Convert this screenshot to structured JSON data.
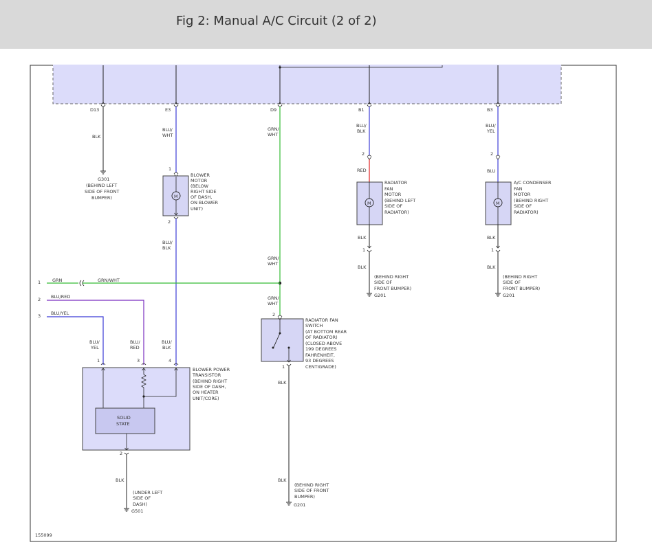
{
  "header": {
    "title": "Fig 2: Manual A/C Circuit (2 of 2)"
  },
  "colors": {
    "wire_black": "#222222",
    "wire_blue": "#3b3bd6",
    "wire_purple": "#7a2fc0",
    "wire_green": "#33bb33",
    "wire_red": "#e02020",
    "component_fill": "#d6d6f5",
    "module_fill": "#dcdcfa"
  },
  "figure_id": "155099",
  "icons": {
    "motor": "motor-symbol-icon",
    "ground": "ground-symbol-icon",
    "connector": "connector-symbol-icon",
    "switch": "switch-symbol-icon",
    "resistor": "resistor-symbol-icon"
  },
  "module_pins": [
    {
      "id": "D13",
      "wire": "BLK",
      "ground_id": "G301",
      "ground_note": [
        "(BEHIND LEFT",
        "SIDE OF FRONT",
        "BUMPER)"
      ]
    },
    {
      "id": "E3",
      "wire": [
        "BLU/",
        "WHT"
      ]
    },
    {
      "id": "D9",
      "wire": [
        "GRN/",
        "WHT"
      ]
    },
    {
      "id": "B1",
      "wire": [
        "BLU/",
        "BLK"
      ]
    },
    {
      "id": "B3",
      "wire": [
        "BLU/",
        "YEL"
      ]
    }
  ],
  "blower_motor": {
    "label": [
      "BLOWER",
      "MOTOR",
      "(BELOW",
      "RIGHT SIDE",
      "OF DASH,",
      "ON BLOWER",
      "UNIT)"
    ],
    "pin_top": "1",
    "pin_bottom": "2",
    "out_wire": [
      "BLU/",
      "BLK"
    ],
    "symbol": "M"
  },
  "radiator_fan_motor": {
    "label": [
      "RADIATOR",
      "FAN",
      "MOTOR",
      "(BEHIND LEFT",
      "SIDE OF",
      "RADIATOR)"
    ],
    "pin_top": "2",
    "pin_bottom": "1",
    "in_wire": "RED",
    "out_wire": "BLK",
    "out_wire_2": "BLK",
    "ground_note": [
      "(BEHIND RIGHT",
      "SIDE OF",
      "FRONT BUMPER)"
    ],
    "ground_id": "G201",
    "symbol": "M"
  },
  "ac_condenser_fan_motor": {
    "label": [
      "A/C CONDENSER",
      "FAN",
      "MOTOR",
      "(BEHIND RIGHT",
      "SIDE OF",
      "RADIATOR)"
    ],
    "pin_top": "2",
    "pin_bottom": "1",
    "in_wire": "BLU",
    "out_wire": "BLK",
    "out_wire_2": "BLK",
    "ground_note": [
      "(BEHIND RIGHT",
      "SIDE OF",
      "FRONT BUMPER)"
    ],
    "ground_id": "G201",
    "symbol": "M"
  },
  "left_inputs": [
    {
      "pin": "1",
      "wire": "GRN",
      "wire2": "GRN/WHT"
    },
    {
      "pin": "2",
      "wire": "BLU/RED"
    },
    {
      "pin": "3",
      "wire": "BLU/YEL"
    }
  ],
  "d9_wire_lower_1": [
    "GRN/",
    "WHT"
  ],
  "d9_wire_lower_2": [
    "GRN/",
    "WHT"
  ],
  "blower_power_transistor": {
    "label": [
      "BLOWER POWER",
      "TRANSISTOR",
      "(BEHIND RIGHT",
      "SIDE OF DASH,",
      "ON HEATER",
      "UNIT/CORE)"
    ],
    "solid_state": [
      "SOLID",
      "STATE"
    ],
    "pins": [
      "1",
      "3",
      "4"
    ],
    "pin_bottom": "2",
    "pin_wires": [
      [
        "BLU/",
        "YEL"
      ],
      [
        "BLU/",
        "RED"
      ],
      [
        "BLU/",
        "BLK"
      ]
    ],
    "out_wire": "BLK",
    "ground_note": [
      "(UNDER LEFT",
      "SIDE OF",
      "DASH)"
    ],
    "ground_id": "G501"
  },
  "radiator_fan_switch": {
    "label": [
      "RADIATOR FAN",
      "SWITCH",
      "(AT BOTTOM REAR",
      "OF RADIATOR)",
      "(CLOSED ABOVE",
      "199 DEGREES",
      "FAHRENHEIT,",
      "93 DEGREES",
      "CENTIGRADE)"
    ],
    "pin_top": "2",
    "pin_bottom": "1",
    "out_wire": "BLK",
    "out_wire_2": "BLK",
    "ground_note": [
      "(BEHIND RIGHT",
      "SIDE OF FRONT",
      "BUMPER)"
    ],
    "ground_id": "G201"
  }
}
